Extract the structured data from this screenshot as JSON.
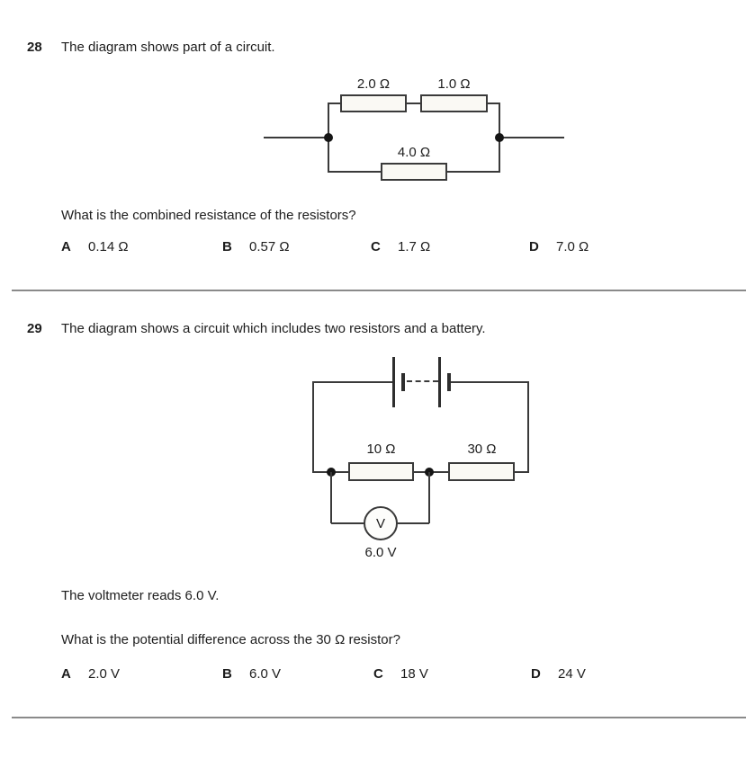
{
  "q28": {
    "number": "28",
    "prompt": "The diagram shows part of a circuit.",
    "circuit": {
      "r_top_left_label": "2.0 Ω",
      "r_top_right_label": "1.0 Ω",
      "r_bottom_label": "4.0 Ω"
    },
    "question": "What is the combined resistance of the resistors?",
    "options": [
      {
        "letter": "A",
        "value": "0.14 Ω"
      },
      {
        "letter": "B",
        "value": "0.57 Ω"
      },
      {
        "letter": "C",
        "value": "1.7 Ω"
      },
      {
        "letter": "D",
        "value": "7.0 Ω"
      }
    ]
  },
  "q29": {
    "number": "29",
    "prompt": "The diagram shows a circuit which includes two resistors and a battery.",
    "circuit": {
      "r_left_label": "10 Ω",
      "r_right_label": "30 Ω",
      "meter_letter": "V",
      "meter_reading": "6.0 V"
    },
    "note": "The voltmeter reads 6.0 V.",
    "question": "What is the potential difference across the 30 Ω resistor?",
    "options": [
      {
        "letter": "A",
        "value": "2.0 V"
      },
      {
        "letter": "B",
        "value": "6.0 V"
      },
      {
        "letter": "C",
        "value": "18 V"
      },
      {
        "letter": "D",
        "value": "24 V"
      }
    ]
  },
  "colors": {
    "line": "#3a3a3a",
    "divider": "#8a8a8a",
    "text": "#1d1d1d",
    "resistor_fill": "#faf9f4"
  }
}
